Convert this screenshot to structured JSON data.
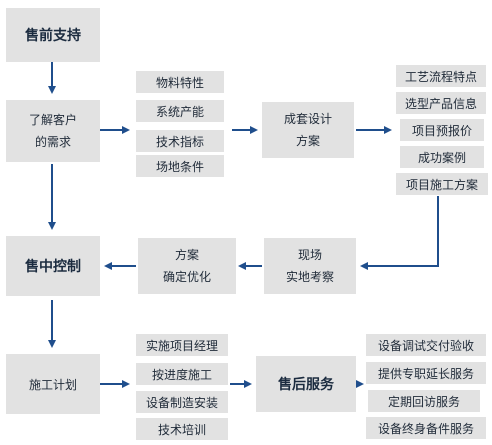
{
  "title_start": "售前支持",
  "need": {
    "line1": "了解客户",
    "line2": "的需求"
  },
  "need_items": [
    "物料特性",
    "系统产能",
    "技术指标",
    "场地条件"
  ],
  "design": {
    "line1": "成套设计",
    "line2": "方案"
  },
  "design_items": [
    "工艺流程特点",
    "选型产品信息",
    "项目预报价",
    "成功案例",
    "项目施工方案"
  ],
  "survey": {
    "line1": "现场",
    "line2": "实地考察"
  },
  "optimize": {
    "line1": "方案",
    "line2": "确定优化"
  },
  "title_mid": "售中控制",
  "plan": "施工计划",
  "plan_items": [
    "实施项目经理",
    "按进度施工",
    "设备制造安装",
    "技术培训"
  ],
  "title_after": "售后服务",
  "after_items": [
    "设备调试交付验收",
    "提供专职延长服务",
    "定期回访服务",
    "设备终身备件服务"
  ],
  "colors": {
    "box": "#e2e2e2",
    "arrow": "#1f4e8c"
  }
}
